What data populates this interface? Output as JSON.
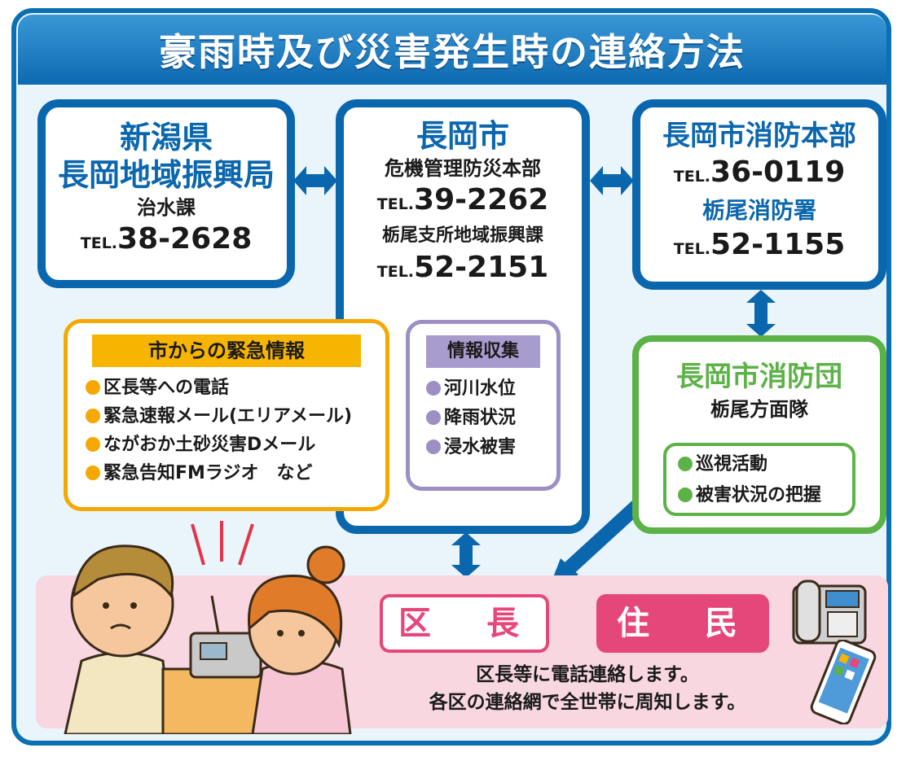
{
  "title": "豪雨時及び災害発生時の連絡方法",
  "niigata": {
    "line1": "新潟県",
    "line2": "長岡地域振興局",
    "dept": "治水課",
    "tel_prefix": "TEL.",
    "tel": "38-2628"
  },
  "nagaoka_city": {
    "name": "長岡市",
    "dept1": "危機管理防災本部",
    "tel1_prefix": "TEL.",
    "tel1": "39-2262",
    "dept2": "栃尾支所地域振興課",
    "tel2_prefix": "TEL.",
    "tel2": "52-2151"
  },
  "fire_hq": {
    "name": "長岡市消防本部",
    "tel1_prefix": "TEL.",
    "tel1": "36-0119",
    "station": "栃尾消防署",
    "tel2_prefix": "TEL.",
    "tel2": "52-1155"
  },
  "emergency_info": {
    "header": "市からの緊急情報",
    "items": [
      "区長等への電話",
      "緊急速報メール(エリアメール)",
      "ながおか土砂災害Dメール",
      "緊急告知FMラジオ　など"
    ]
  },
  "info_collection": {
    "header": "情報収集",
    "items": [
      "河川水位",
      "降雨状況",
      "浸水被害"
    ]
  },
  "fire_brigade": {
    "name": "長岡市消防団",
    "unit": "栃尾方面隊",
    "items": [
      "巡視活動",
      "被害状況の把握"
    ]
  },
  "bottom": {
    "kucho": "区　長",
    "jumin": "住　民",
    "note1": "区長等に電話連絡します。",
    "note2": "各区の連絡網で全世帯に周知します。"
  },
  "colors": {
    "blue": "#0a66ad",
    "orange": "#f5a800",
    "purple": "#9b8fc4",
    "green": "#5cb247",
    "pink": "#e6477a"
  }
}
